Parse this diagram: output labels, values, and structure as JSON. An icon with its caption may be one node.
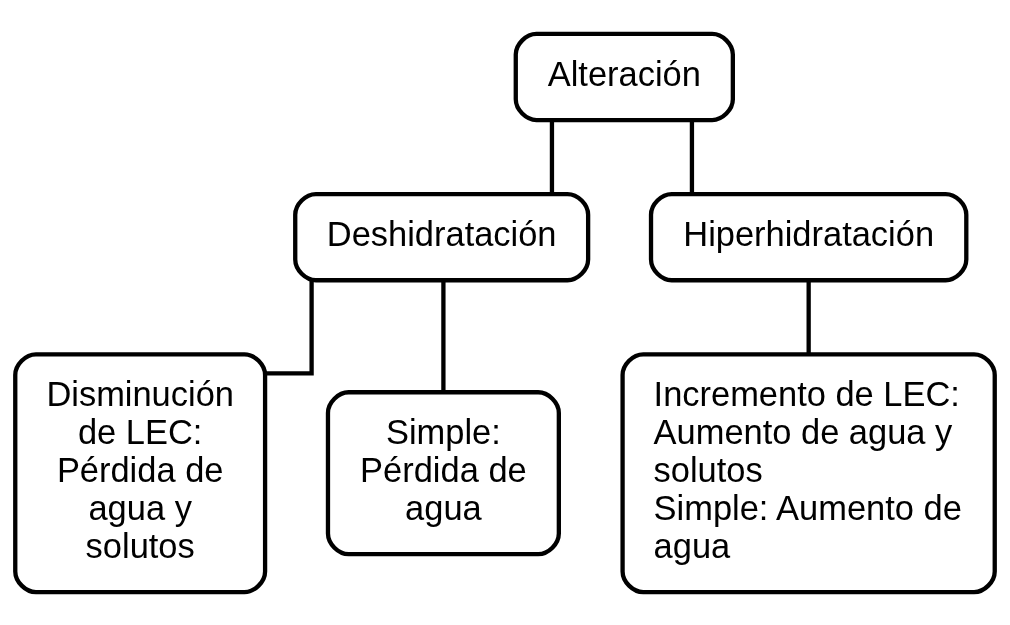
{
  "diagram": {
    "nodes": [
      {
        "text": [
          "Alteración"
        ]
      },
      {
        "text": [
          "Deshidratación"
        ]
      },
      {
        "text": [
          "Hiperhidratación"
        ]
      },
      {
        "text": [
          "Disminución de LEC: Pérdida de agua y solutos"
        ]
      },
      {
        "text": [
          "Simple: Pérdida de agua"
        ]
      },
      {
        "text": [
          "Incremento de LEC: Aumento de agua y solutos",
          "Simple: Aumento de agua"
        ]
      }
    ],
    "edges": [
      {
        "from": 0,
        "to": 1,
        "arrow": "none"
      },
      {
        "from": 0,
        "to": 2,
        "arrow": "none"
      },
      {
        "from": 1,
        "to": 3,
        "arrow": "none"
      },
      {
        "from": 1,
        "to": 4,
        "arrow": "none"
      },
      {
        "from": 2,
        "to": 5,
        "arrow": "none"
      }
    ]
  }
}
